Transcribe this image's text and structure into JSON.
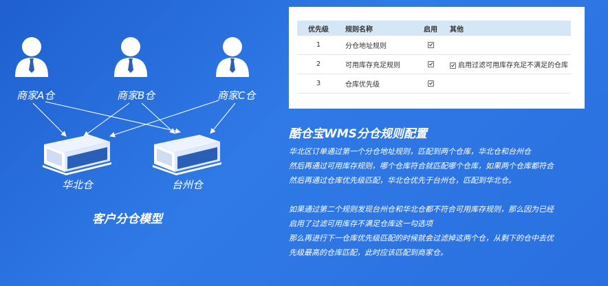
{
  "diagram": {
    "people": [
      {
        "label": "商家A仓"
      },
      {
        "label": "商家B仓"
      },
      {
        "label": "商家C仓"
      }
    ],
    "warehouses": [
      {
        "label": "华北仓"
      },
      {
        "label": "台州仓"
      }
    ],
    "model_title": "客户分仓模型"
  },
  "rules_table": {
    "headers": [
      "优先级",
      "规则名称",
      "启用",
      "其他"
    ],
    "rows": [
      {
        "priority": "1",
        "name": "分仓地址规则",
        "enabled": true,
        "other": ""
      },
      {
        "priority": "2",
        "name": "可用库存充足规则",
        "enabled": true,
        "other": "启用过滤可用库存充足不满足的仓库"
      },
      {
        "priority": "3",
        "name": "仓库优先级",
        "enabled": true,
        "other": ""
      }
    ]
  },
  "title": "酷仓宝WMS分仓规则配置",
  "description": [
    "华北区订单通过第一个分仓地址规则，匹配到两个仓库，华北仓和台州仓",
    "然后再通过可用库存规则，哪个仓库符合就匹配哪个仓库，如果两个仓库都符合",
    "然后再通过仓库优先级匹配，华北仓优先于台州仓，匹配到华北仓。",
    "如果通过第二个规则发现台州仓和华北仓都不符合可用库存规则，那么因为已经",
    "启用了过滤可用库存不满足仓库这一勾选项",
    "那么再进行下一仓库优先级匹配的时候就会过滤掉这两个仓，从剩下的仓中去优",
    "先级最高的仓库匹配，此时应该匹配到商家仓。"
  ],
  "colors": {
    "background_start": "#1f5fcf",
    "background_end": "#2a6fe0",
    "table_header": "#d5e6f6",
    "tie": "#2a5fb8"
  },
  "icons": [
    "person-icon",
    "warehouse-icon",
    "checkbox-checked-icon"
  ]
}
